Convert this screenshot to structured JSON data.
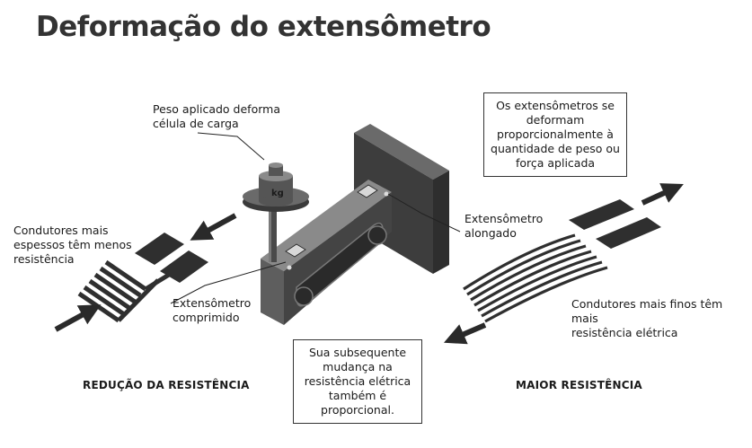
{
  "title": "Deformação do extensômetro",
  "labels": {
    "weight_line1": "Peso aplicado deforma",
    "weight_line2": "célula de carga",
    "thick_line1": "Condutores mais",
    "thick_line2": "espessos têm menos",
    "thick_line3": "resistência",
    "compressed_line1": "Extensômetro",
    "compressed_line2": "comprimido",
    "elongated_line1": "Extensômetro",
    "elongated_line2": "alongado",
    "thin_line1": "Condutores mais finos têm mais",
    "thin_line2": "resistência elétrica",
    "reduction": "REDUÇÃO DA RESISTÊNCIA",
    "greater": "MAIOR RESISTÊNCIA",
    "kg": "kg"
  },
  "boxes": {
    "deform_line1": "Os extensômetros se",
    "deform_line2": "deformam",
    "deform_line3": "proporcionalmente à",
    "deform_line4": "quantidade de peso ou",
    "deform_line5": "força aplicada",
    "change_line1": "Sua subsequente",
    "change_line2": "mudança na",
    "change_line3": "resistência elétrica",
    "change_line4": "também é",
    "change_line5": "proporcional."
  },
  "colors": {
    "title": "#333333",
    "metal_dark": "#3d3d3d",
    "metal_mid": "#5a5a5a",
    "metal_light": "#7a7a7a",
    "gauge": "#2f2f2f"
  },
  "icons": [
    "arrow-left-icon",
    "arrow-right-icon",
    "arrow-up-right-icon",
    "arrow-down-left-icon"
  ]
}
